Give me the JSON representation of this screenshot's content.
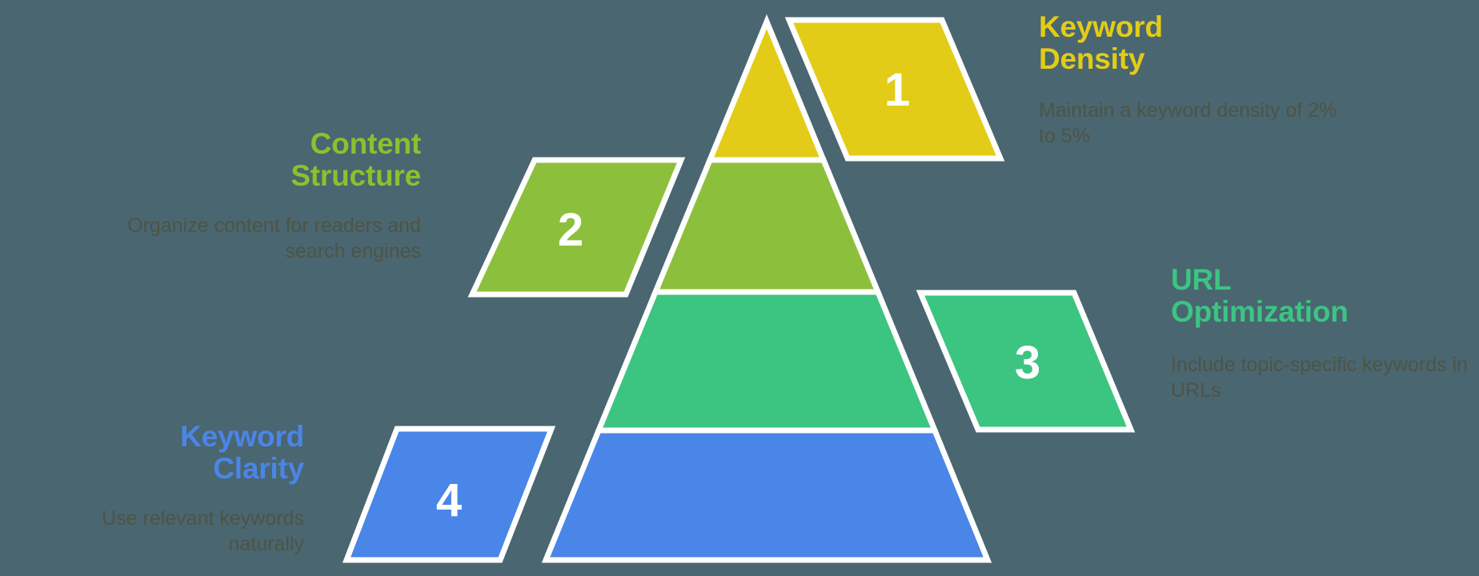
{
  "background_color": "#4a6670",
  "stroke_color": "#ffffff",
  "diagram": {
    "type": "pyramid",
    "levels": 4
  },
  "items": [
    {
      "number": "1",
      "title_line1": "Keyword",
      "title_line2": "Density",
      "description": "Maintain a keyword density of 2% to 5%",
      "color": "#e2cc18",
      "title_color": "#e2cc18",
      "desc_color": "#4d5446",
      "side": "right",
      "tier": 1
    },
    {
      "number": "2",
      "title_line1": "Content",
      "title_line2": "Structure",
      "description": "Organize content for readers and search engines",
      "color": "#8cc03c",
      "title_color": "#8cc02f",
      "desc_color": "#4d5446",
      "side": "left",
      "tier": 2
    },
    {
      "number": "3",
      "title_line1": "URL",
      "title_line2": "Optimization",
      "description": "Include topic-specific keywords in URLs",
      "color": "#3cc481",
      "title_color": "#3cc483",
      "desc_color": "#4d5446",
      "side": "right",
      "tier": 3
    },
    {
      "number": "4",
      "title_line1": "Keyword",
      "title_line2": "Clarity",
      "description": "Use relevant keywords naturally",
      "color": "#4a85e8",
      "title_color": "#4a85e8",
      "desc_color": "#4d5446",
      "side": "left",
      "tier": 4
    }
  ]
}
